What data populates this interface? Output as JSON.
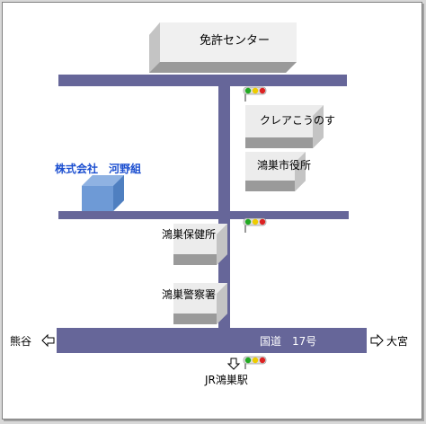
{
  "map": {
    "title": "免許センター",
    "company": "株式会社　河野組",
    "landmarks": {
      "clair": "クレアこうのす",
      "city_hall": "鴻巣市役所",
      "health_center": "鴻巣保健所",
      "police": "鴻巣警察署"
    },
    "route": "国道　17号",
    "directions": {
      "left": "熊谷",
      "right": "大宮",
      "down": "JR鴻巣駅"
    },
    "colors": {
      "road": "#666699",
      "company_box": "#6e9ad6",
      "company_text": "#1c4fd0",
      "building_front": "#ececec",
      "building_top": "#c4c4c4",
      "building_side": "#9a9a9a",
      "signal_green": "#22aa22",
      "signal_yellow": "#eecc00",
      "signal_red": "#dd2222"
    }
  }
}
